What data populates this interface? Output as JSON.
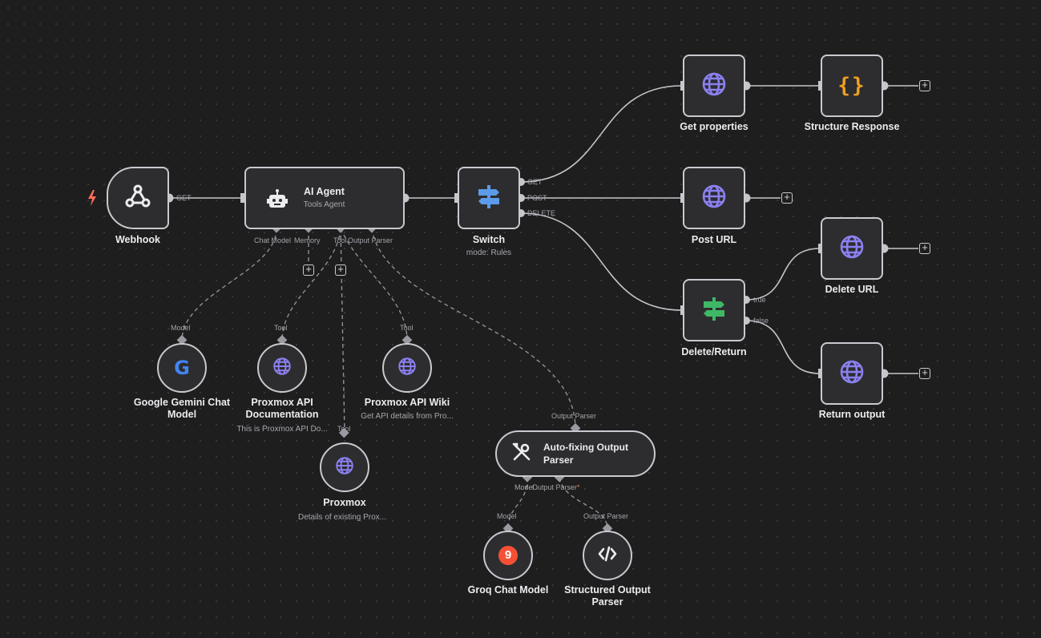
{
  "colors": {
    "background": "#1e1e1f",
    "node_fill": "#2d2d2f",
    "node_border": "#c9c9cf",
    "http_purple": "#8b80f0",
    "switch_blue": "#5b9bea",
    "if_green": "#3fb866",
    "code_orange": "#f0a020",
    "trigger_red": "#ff6d5a",
    "groq_orange": "#f55036"
  },
  "nodes": {
    "webhook": {
      "name": "Webhook",
      "icon": "webhook-icon",
      "output_label": "GET"
    },
    "ai_agent": {
      "name": "AI Agent",
      "subtitle": "Tools Agent",
      "icon": "robot-icon",
      "ports": [
        "Chat Model",
        "Memory",
        "Tool",
        "Output Parser"
      ]
    },
    "switch": {
      "name": "Switch",
      "subtitle": "mode: Rules",
      "icon": "signpost-icon",
      "outputs": [
        "GET",
        "POST",
        "DELETE"
      ]
    },
    "get_properties": {
      "name": "Get properties",
      "icon": "globe-icon"
    },
    "structure_response": {
      "name": "Structure Response",
      "icon": "braces-icon",
      "glyph": "{}"
    },
    "post_url": {
      "name": "Post URL",
      "icon": "globe-icon"
    },
    "delete_return": {
      "name": "Delete/Return",
      "icon": "signpost-icon",
      "outputs": [
        "true",
        "false"
      ]
    },
    "delete_url": {
      "name": "Delete URL",
      "icon": "globe-icon"
    },
    "return_output": {
      "name": "Return output",
      "icon": "globe-icon"
    },
    "gemini": {
      "name": "Google Gemini Chat Model",
      "port_label": "Model",
      "icon": "google-icon",
      "glyph": "G"
    },
    "proxmox_doc": {
      "name": "Proxmox API Documentation",
      "subtitle": "This is Proxmox API Do...",
      "port_label": "Tool",
      "icon": "globe-icon"
    },
    "proxmox_wiki": {
      "name": "Proxmox API Wiki",
      "subtitle": "Get API details from Pro...",
      "port_label": "Tool",
      "icon": "globe-icon"
    },
    "proxmox": {
      "name": "Proxmox",
      "subtitle": "Details of existing Prox...",
      "port_label": "Tool",
      "icon": "globe-icon"
    },
    "autofix": {
      "name": "Auto-fixing Output Parser",
      "port_label": "Output Parser",
      "icon": "wrench-screwdriver-icon",
      "ports": [
        "Model",
        "Output Parser"
      ],
      "required_mark": "*"
    },
    "groq": {
      "name": "Groq Chat Model",
      "port_label": "Model",
      "icon": "groq-icon",
      "glyph": "9"
    },
    "structured": {
      "name": "Structured Output Parser",
      "port_label": "Output Parser",
      "icon": "code-icon"
    }
  },
  "add_button": "+"
}
